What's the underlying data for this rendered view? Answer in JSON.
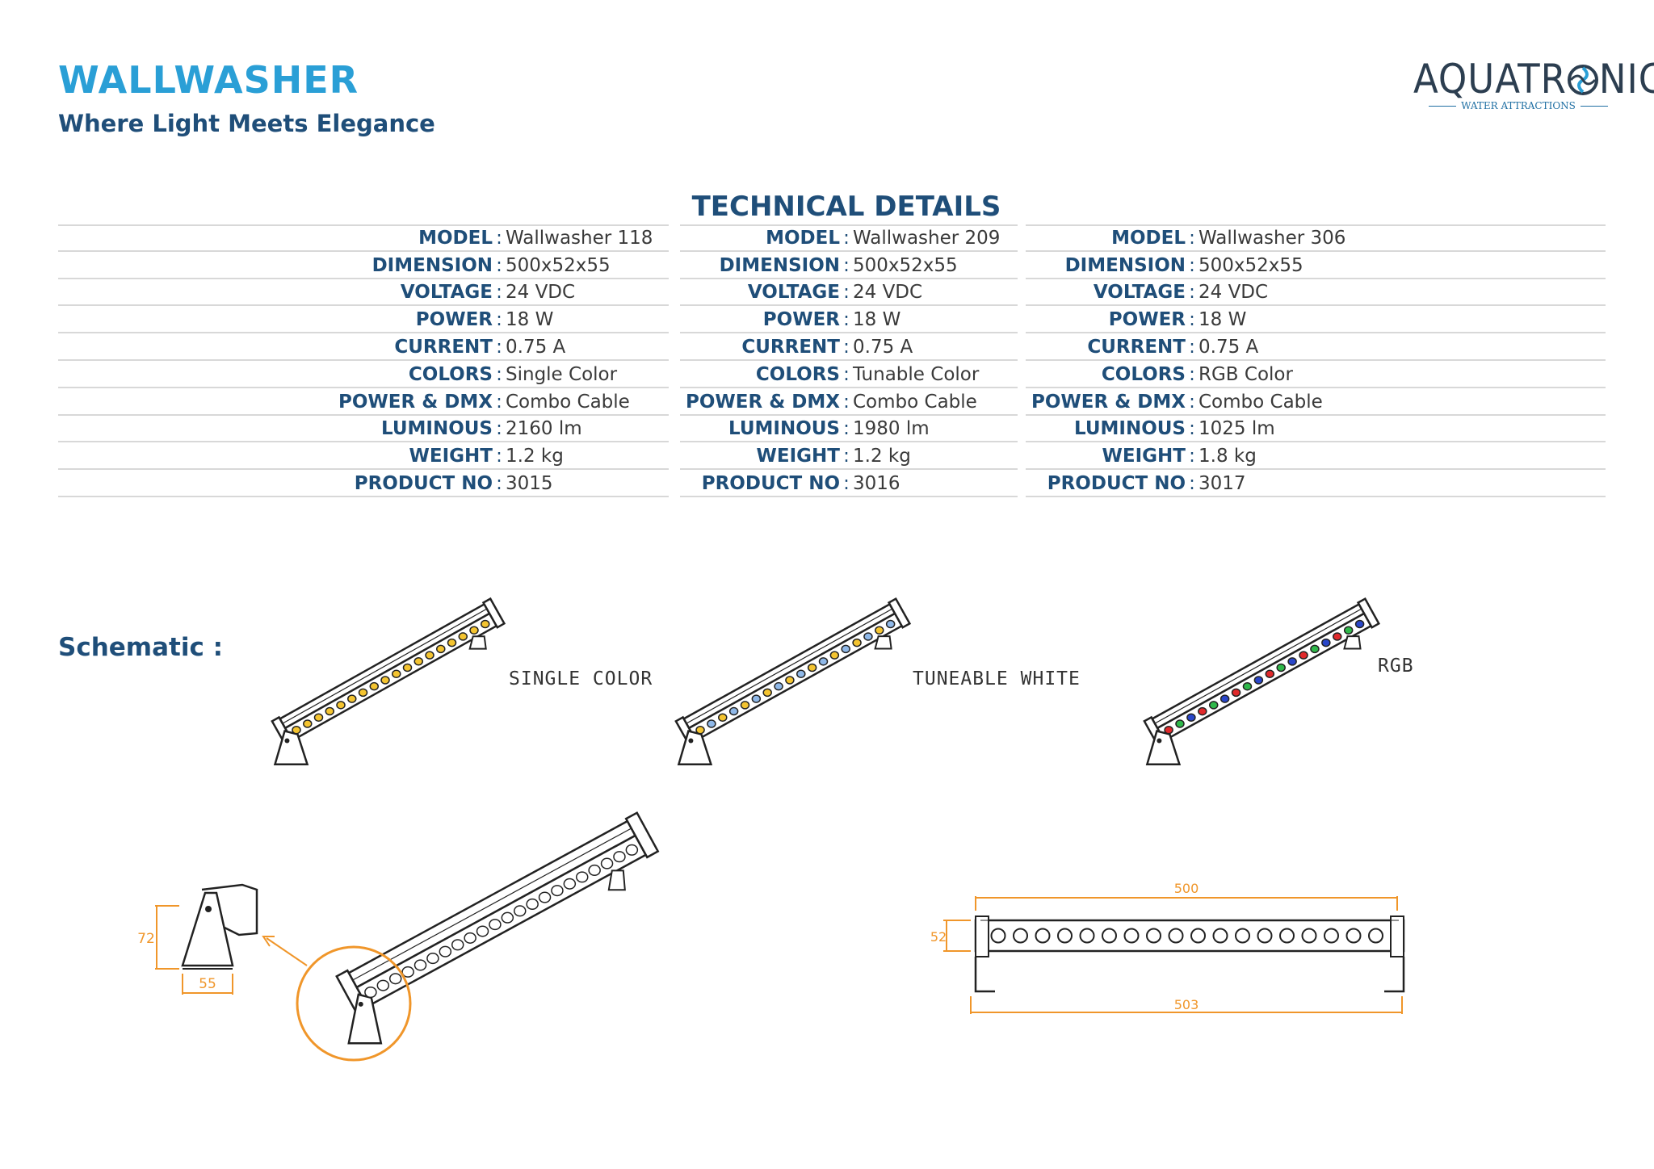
{
  "header": {
    "title": "WALLWASHER",
    "subtitle": "Where Light Meets Elegance",
    "logo_name": "AQUATR",
    "logo_name_end": "NIC",
    "logo_tagline": "WATER ATTRACTIONS"
  },
  "specs": {
    "section_title": "TECHNICAL DETAILS",
    "labels": [
      "MODEL",
      "DIMENSION",
      "VOLTAGE",
      "POWER",
      "CURRENT",
      "COLORS",
      "POWER & DMX",
      "LUMINOUS",
      "WEIGHT",
      "PRODUCT NO"
    ],
    "columns": [
      [
        "Wallwasher 118",
        "500x52x55",
        "24 VDC",
        "18 W",
        "0.75 A",
        "Single Color",
        "Combo Cable",
        "2160 lm",
        "1.2 kg",
        "3015"
      ],
      [
        "Wallwasher 209",
        "500x52x55",
        "24 VDC",
        "18 W",
        "0.75 A",
        "Tunable Color",
        "Combo Cable",
        "1980 lm",
        "1.2 kg",
        "3016"
      ],
      [
        "Wallwasher 306",
        "500x52x55",
        "24 VDC",
        "18 W",
        "0.75 A",
        "RGB Color",
        "Combo Cable",
        "1025 lm",
        "1.8 kg",
        "3017"
      ]
    ]
  },
  "schematic": {
    "title": "Schematic :",
    "variants": [
      "SINGLE COLOR",
      "TUNEABLE WHITE",
      "RGB"
    ],
    "dimensions": {
      "bracket_height": "72",
      "bracket_width": "55",
      "length_top": "500",
      "height_side": "52",
      "length_bottom": "503"
    }
  },
  "colors": {
    "title_blue": "#2a9fd6",
    "navy": "#1f4e79",
    "dimension_orange": "#f0962a",
    "led_yellow": "#f4c430",
    "led_blue_pale": "#8fb8e8",
    "led_red": "#e0292b",
    "led_green": "#2fb84a",
    "led_blue": "#2946c9"
  }
}
